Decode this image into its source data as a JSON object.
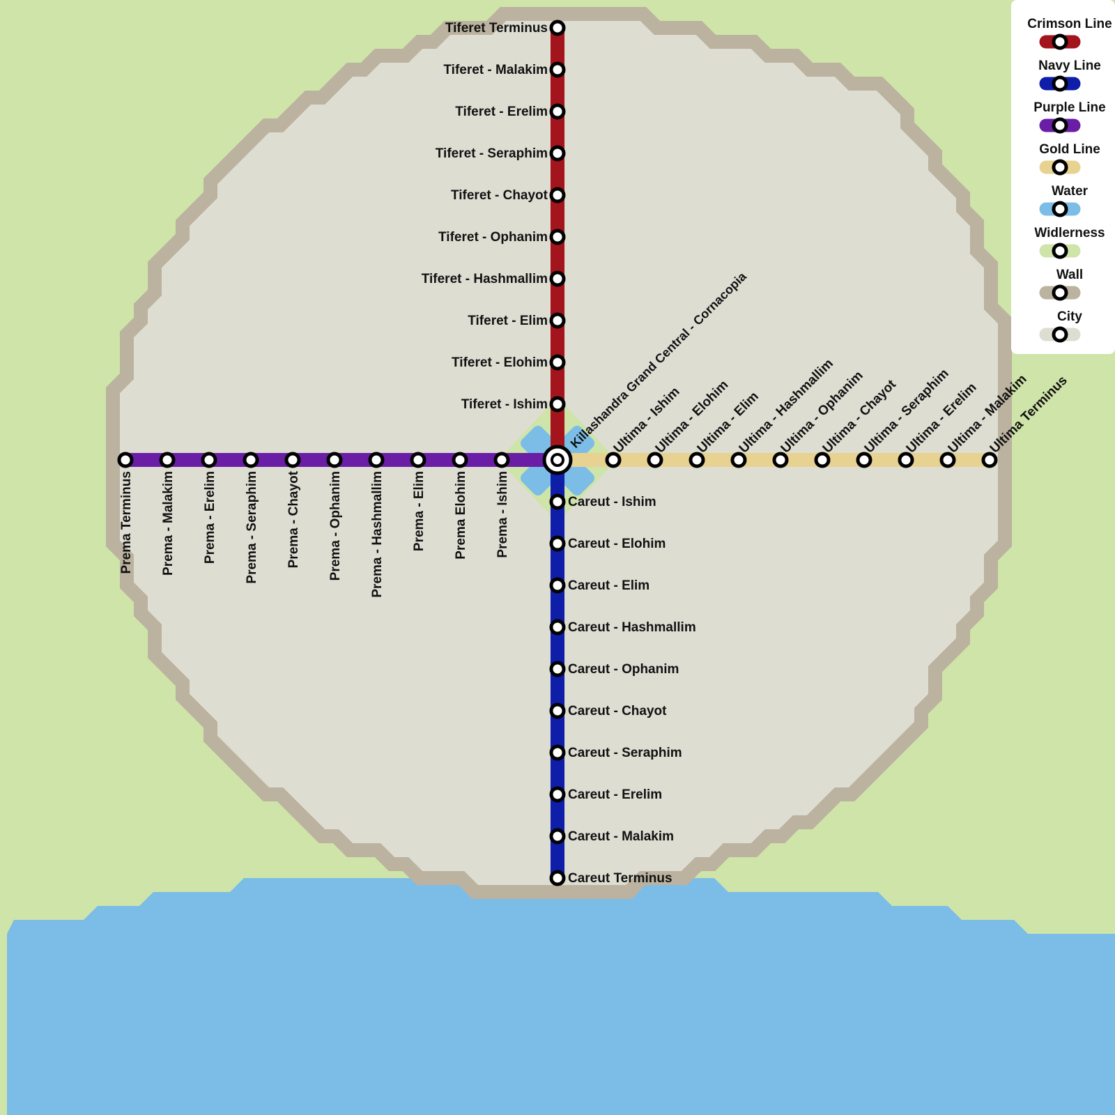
{
  "colors": {
    "crimson": "#a3141c",
    "navy": "#0e1ea8",
    "purple": "#6a1ea6",
    "gold": "#e8d292",
    "water": "#7bbde6",
    "wilderness": "#cfe4a8",
    "wall": "#bbb29f",
    "city": "#deddd2"
  },
  "hub": {
    "name": "Killashandra Grand Central - Cornacopia"
  },
  "lines": {
    "crimson": [
      "Tiferet Terminus",
      "Tiferet - Malakim",
      "Tiferet - Erelim",
      "Tiferet - Seraphim",
      "Tiferet - Chayot",
      "Tiferet - Ophanim",
      "Tiferet - Hashmallim",
      "Tiferet - Elim",
      "Tiferet - Elohim",
      "Tiferet - Ishim"
    ],
    "purple": [
      "Prema Terminus",
      "Prema - Malakim",
      "Prema - Erelim",
      "Prema - Seraphim",
      "Prema - Chayot",
      "Prema - Ophanim",
      "Prema - Hashmallim",
      "Prema - Elim",
      "Prema Elohim",
      "Prema - Ishim"
    ],
    "gold": [
      "Ultima - Ishim",
      "Ultima - Elohim",
      "Ultima - Elim",
      "Ultima - Hashmallim",
      "Ultima - Ophanim",
      "Ultima - Chayot",
      "Ultima - Seraphim",
      "Ultima - Erelim",
      "Ultima - Malakim",
      "Ultima Terminus"
    ],
    "navy": [
      "Careut - Ishim",
      "Careut - Elohim",
      "Careut - Elim",
      "Careut - Hashmallim",
      "Careut - Ophanim",
      "Careut - Chayot",
      "Careut - Seraphim",
      "Careut - Erelim",
      "Careut - Malakim",
      "Careut Terminus"
    ]
  },
  "legend": [
    {
      "label": "Crimson Line",
      "color": "#a3141c"
    },
    {
      "label": "Navy Line",
      "color": "#0e1ea8"
    },
    {
      "label": "Purple Line",
      "color": "#6a1ea6"
    },
    {
      "label": "Gold Line",
      "color": "#e8d292"
    },
    {
      "label": "Water",
      "color": "#7bbde6"
    },
    {
      "label": "Widlerness",
      "color": "#cfe4a8"
    },
    {
      "label": "Wall",
      "color": "#bbb29f"
    },
    {
      "label": "City",
      "color": "#deddd2"
    }
  ]
}
